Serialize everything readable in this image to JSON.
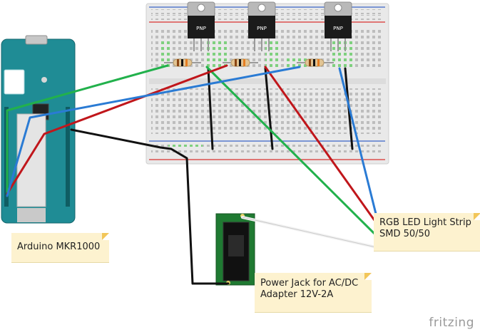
{
  "labels": {
    "arduino": [
      "Arduino MKR1000"
    ],
    "power_jack": [
      "Power Jack for AC/DC",
      "Adapter 12V-2A"
    ],
    "led_strip": [
      "RGB LED Light Strip",
      "SMD 50/50"
    ]
  },
  "transistors": [
    {
      "marking": "PNP"
    },
    {
      "marking": "PNP"
    },
    {
      "marking": "PNP"
    }
  ],
  "brand": "fritzing",
  "colors": {
    "wire_green": "#22b14c",
    "wire_red": "#c0161b",
    "wire_blue": "#2a7bd4",
    "wire_black": "#111111",
    "board_teal": "#1f8c95",
    "breadboard": "#e9e9e9",
    "rail_red": "#d9322f",
    "rail_blue": "#3a64c8",
    "note_bg": "#fdf2cf",
    "pcb_green": "#1f7a32"
  }
}
